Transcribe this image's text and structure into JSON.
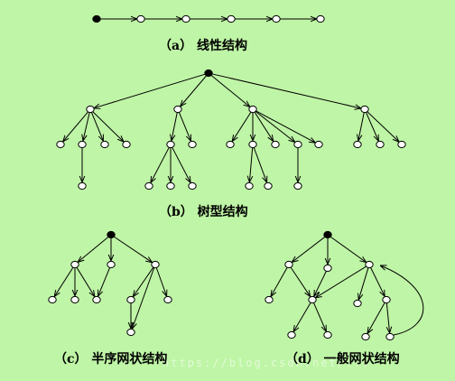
{
  "captions": {
    "a": "（a） 线性结构",
    "b": "（b） 树型结构",
    "c": "（c） 半序网状结构",
    "d": "（d） 一般网状结构"
  },
  "watermark": "https://blog.csdn.net/...",
  "colors": {
    "background": "#bff5a6",
    "node_fill": "#ffffff",
    "root_fill": "#000000",
    "stroke": "#000000"
  }
}
